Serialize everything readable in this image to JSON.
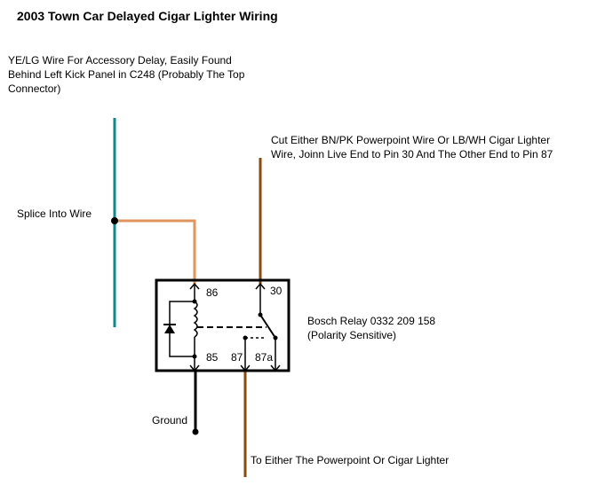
{
  "title": "2003 Town Car Delayed Cigar Lighter Wiring",
  "notes": {
    "accessory_wire": [
      "YE/LG Wire For Accessory Delay, Easily Found",
      "Behind Left Kick Panel in C248 (Probably The Top",
      "Connector)"
    ],
    "splice": "Splice Into Wire",
    "cut_wire": [
      "Cut Either BN/PK Powerpoint Wire Or LB/WH Cigar Lighter",
      "Wire, Joinn Live End to Pin 30 And The Other End to Pin 87"
    ],
    "relay": [
      "Bosch Relay 0332 209 158",
      "(Polarity Sensitive)"
    ],
    "ground": "Ground",
    "output": "To Either The Powerpoint Or Cigar Lighter"
  },
  "pins": {
    "p86": "86",
    "p85": "85",
    "p30": "30",
    "p87": "87",
    "p87a": "87a"
  },
  "colors": {
    "accessory_wire": "#0e8a8a",
    "splice_wire": "#e0955e",
    "brown_wire": "#8a4a12",
    "ground_wire": "#000000"
  }
}
